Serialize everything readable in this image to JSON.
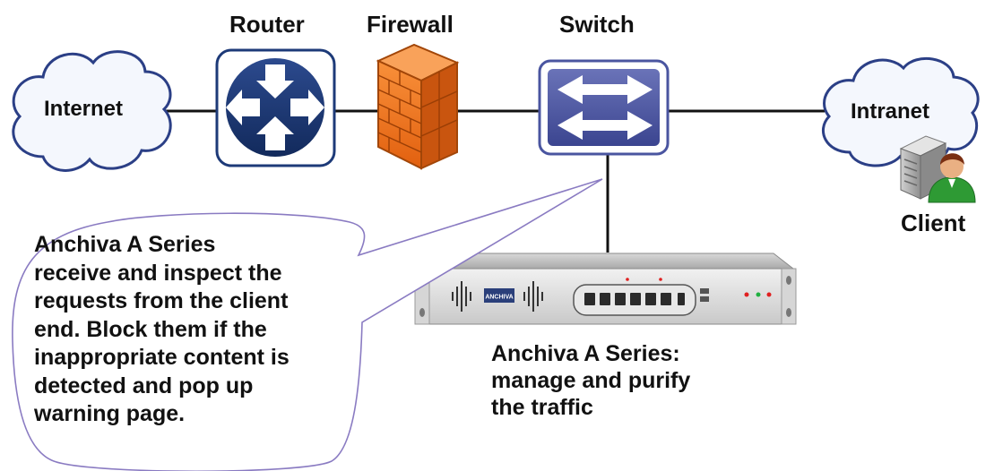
{
  "labels": {
    "router": "Router",
    "firewall": "Firewall",
    "switch": "Switch",
    "internet": "Internet",
    "intranet": "Intranet",
    "client": "Client"
  },
  "appliance": {
    "brand": "ANCHIVA",
    "caption": [
      "Anchiva A Series:",
      "manage and purify",
      "the traffic"
    ]
  },
  "callout": {
    "lines": [
      "Anchiva A Series",
      "receive and inspect the",
      "requests from the client",
      "end. Block them if the",
      "inappropriate content is",
      "detected and pop up",
      "warning page."
    ]
  },
  "colors": {
    "cloud_fill": "#f4f7fd",
    "cloud_stroke": "#2b3f86",
    "router_blue": "#1d3a78",
    "switch_fill": "#4a55a0",
    "firewall_orange": "#f07a1e",
    "callout_stroke": "#8a7bc2"
  }
}
